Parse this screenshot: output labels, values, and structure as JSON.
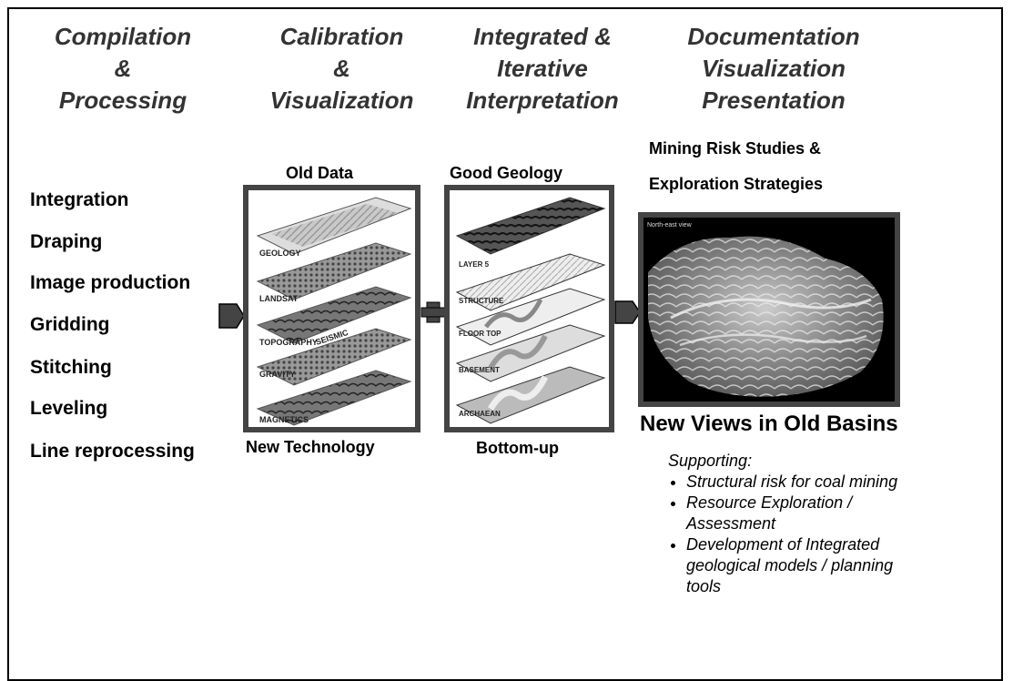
{
  "phases": [
    {
      "line1": "Compilation",
      "line2": "&",
      "line3": "Processing"
    },
    {
      "line1": "Calibration",
      "line2": "&",
      "line3": "Visualization"
    },
    {
      "line1": "Integrated &",
      "line2": "Iterative",
      "line3": "Interpretation"
    },
    {
      "line1": "Documentation",
      "line2": "Visualization",
      "line3": "Presentation"
    }
  ],
  "processing_steps": [
    "Integration",
    "Draping",
    "Image production",
    "Gridding",
    "Stitching",
    "Leveling",
    "Line reprocessing"
  ],
  "panel1": {
    "top_label": "Old Data",
    "bottom_label": "New Technology",
    "layers": [
      "GEOLOGY",
      "LANDSAT",
      "TOPOGRAPHY",
      "GRAVITY",
      "MAGNETICS"
    ],
    "side_labels": [
      "SEISMIC"
    ]
  },
  "panel2": {
    "top_label": "Good Geology",
    "bottom_label": "Bottom-up",
    "layers": [
      "LAYER 5",
      "STRUCTURE",
      "FLOOR TOP",
      "BASEMENT",
      "ARCHAEAN"
    ]
  },
  "output": {
    "heading_line1": "Mining Risk Studies &",
    "heading_line2": "Exploration Strategies",
    "image_caption": "North-east view",
    "title": "New Views in Old Basins"
  },
  "supporting": {
    "intro": "Supporting:",
    "items": [
      "Structural risk for coal mining",
      "Resource Exploration / Assessment",
      "Development of Integrated geological models / planning tools"
    ]
  },
  "colors": {
    "panel_border": "#444444",
    "arrow_fill": "#444444",
    "phase_text": "#333333"
  }
}
